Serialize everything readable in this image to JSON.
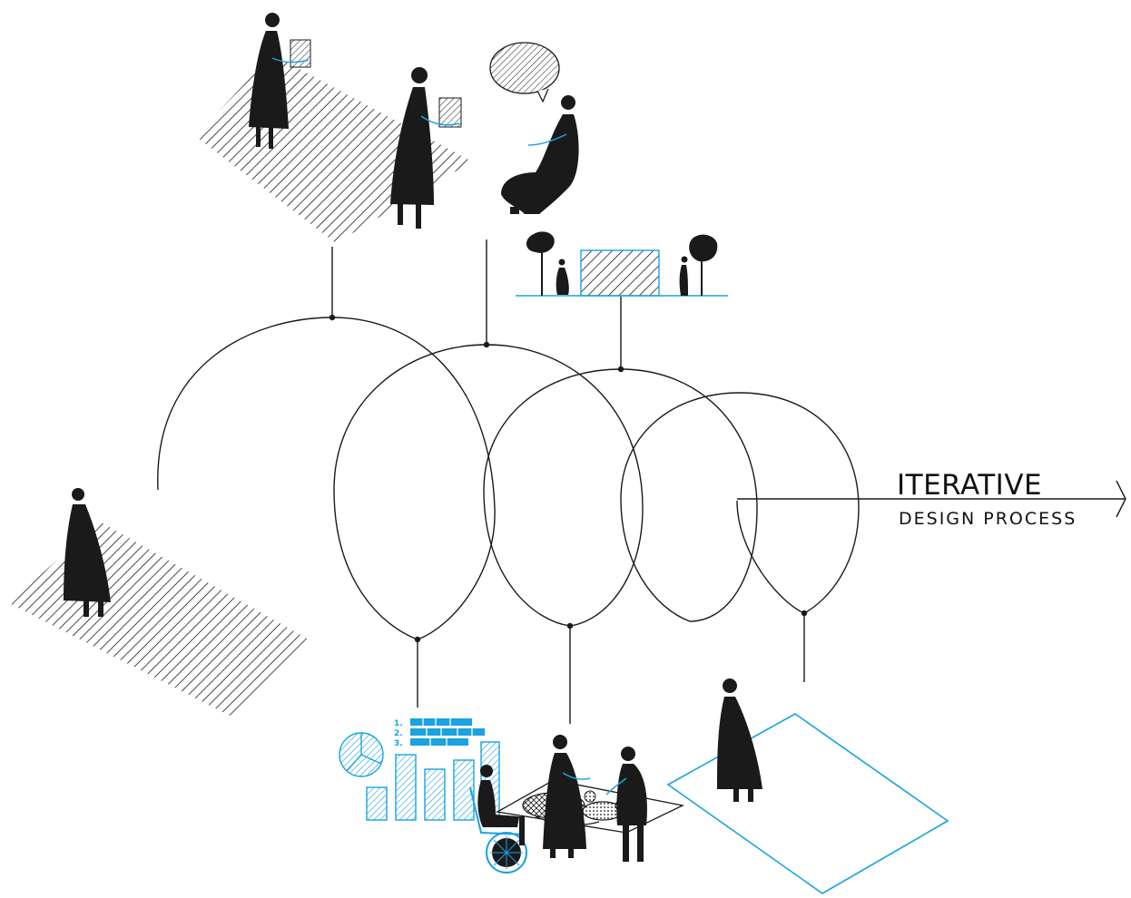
{
  "title": {
    "main": "ITERATIVE",
    "sub": "DESIGN PROCESS"
  },
  "ranking_list": {
    "numbers": [
      "1.",
      "2.",
      "3."
    ]
  },
  "colors": {
    "ink": "#1a1a1a",
    "accent": "#1aa3e0",
    "background": "#ffffff"
  }
}
